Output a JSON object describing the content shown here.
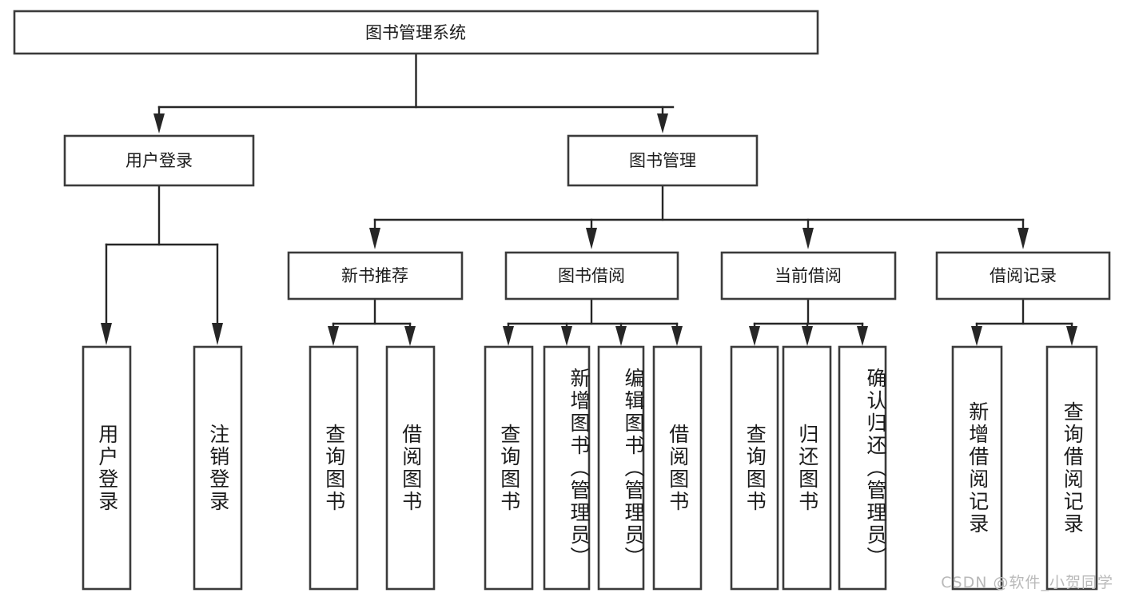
{
  "diagram": {
    "type": "tree-hierarchy",
    "title": "图书管理系统",
    "watermark": "CSDN @软件_小贺同学",
    "colors": {
      "background": "#ffffff",
      "box_stroke": "#3b3b3b",
      "connector": "#262626",
      "text": "#1b1b1b",
      "watermark": "#b9b9b9"
    },
    "root": {
      "id": "root",
      "label": "图书管理系统",
      "orientation": "horizontal"
    },
    "level1": [
      {
        "id": "user-login",
        "label": "用户登录",
        "orientation": "horizontal"
      },
      {
        "id": "book-management",
        "label": "图书管理",
        "orientation": "horizontal"
      }
    ],
    "level2": [
      {
        "id": "new-book-recommend",
        "label": "新书推荐",
        "orientation": "horizontal",
        "parent": "book-management"
      },
      {
        "id": "book-borrow",
        "label": "图书借阅",
        "orientation": "horizontal",
        "parent": "book-management"
      },
      {
        "id": "current-borrow",
        "label": "当前借阅",
        "orientation": "horizontal",
        "parent": "book-management"
      },
      {
        "id": "borrow-record",
        "label": "借阅记录",
        "orientation": "horizontal",
        "parent": "book-management"
      }
    ],
    "leaves": [
      {
        "id": "leaf-user-login",
        "label": "用户登录",
        "parent": "user-login",
        "orientation": "vertical"
      },
      {
        "id": "leaf-user-logout",
        "label": "注销登录",
        "parent": "user-login",
        "orientation": "vertical"
      },
      {
        "id": "leaf-query-book-1",
        "label": "查询图书",
        "parent": "new-book-recommend",
        "orientation": "vertical"
      },
      {
        "id": "leaf-borrow-book-1",
        "label": "借阅图书",
        "parent": "new-book-recommend",
        "orientation": "vertical"
      },
      {
        "id": "leaf-query-book-2",
        "label": "查询图书",
        "parent": "book-borrow",
        "orientation": "vertical"
      },
      {
        "id": "leaf-add-book",
        "label": "新增图书（管理员）",
        "parent": "book-borrow",
        "orientation": "vertical"
      },
      {
        "id": "leaf-edit-book",
        "label": "编辑图书（管理员）",
        "parent": "book-borrow",
        "orientation": "vertical"
      },
      {
        "id": "leaf-borrow-book-2",
        "label": "借阅图书",
        "parent": "book-borrow",
        "orientation": "vertical"
      },
      {
        "id": "leaf-query-book-3",
        "label": "查询图书",
        "parent": "current-borrow",
        "orientation": "vertical"
      },
      {
        "id": "leaf-return-book",
        "label": "归还图书",
        "parent": "current-borrow",
        "orientation": "vertical"
      },
      {
        "id": "leaf-confirm-return",
        "label": "确认归还（管理员）",
        "parent": "current-borrow",
        "orientation": "vertical"
      },
      {
        "id": "leaf-add-record",
        "label": "新增借阅记录",
        "parent": "borrow-record",
        "orientation": "vertical"
      },
      {
        "id": "leaf-query-record",
        "label": "查询借阅记录",
        "parent": "borrow-record",
        "orientation": "vertical"
      }
    ]
  }
}
